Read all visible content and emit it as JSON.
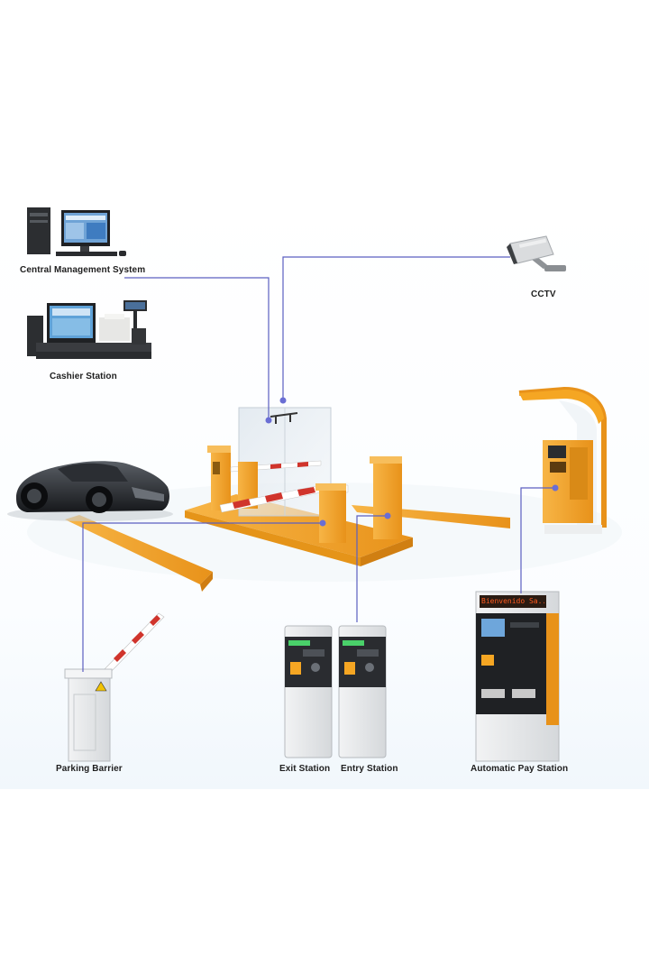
{
  "labels": {
    "central_management": "Central Management System",
    "cashier": "Cashier Station",
    "cctv": "CCTV",
    "barrier": "Parking Barrier",
    "exit": "Exit Station",
    "entry": "Entry Station",
    "pay": "Automatic Pay Station"
  },
  "devices": {
    "pay_led_display": "Bienvenido Sa..."
  },
  "colors": {
    "connector": "#5b5fc0",
    "orange": "#f5a623",
    "barrier_red": "#d0342c",
    "station_gray": "#e8eaec"
  }
}
